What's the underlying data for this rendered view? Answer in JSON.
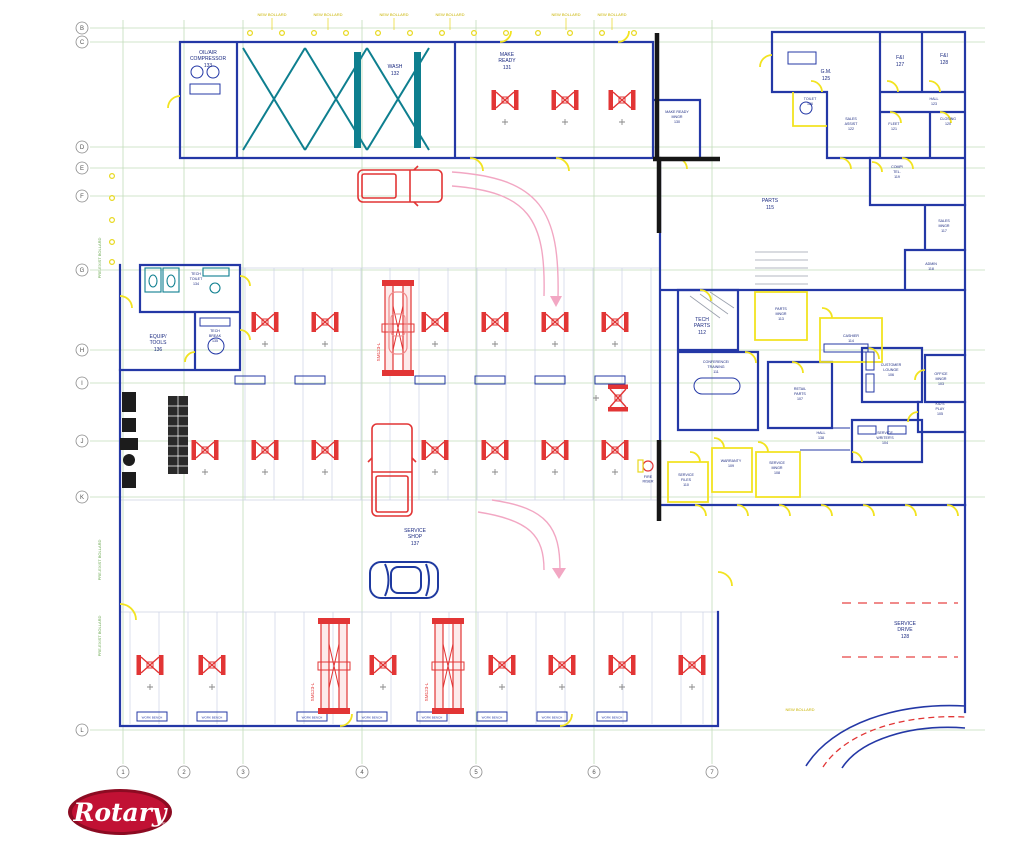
{
  "logo": {
    "brand": "Rotary",
    "reg": "®"
  },
  "grid": {
    "rows": [
      "B",
      "C",
      "D",
      "E",
      "F",
      "G",
      "H",
      "I",
      "J",
      "K",
      "L"
    ],
    "cols": [
      "1",
      "2",
      "3",
      "4",
      "5",
      "6",
      "7"
    ]
  },
  "rooms": [
    {
      "name": "oil-air-compressor",
      "lines": [
        "OIL/AIR",
        "COMPRESSOR"
      ],
      "num": "133"
    },
    {
      "name": "wash",
      "lines": [
        "WASH"
      ],
      "num": "132"
    },
    {
      "name": "make-ready",
      "lines": [
        "MAKE",
        "READY"
      ],
      "num": "131"
    },
    {
      "name": "make-ready-mngr",
      "lines": [
        "MAKE READY",
        "MNGR"
      ],
      "num": "130"
    },
    {
      "name": "gm",
      "lines": [
        "G.M."
      ],
      "num": "125"
    },
    {
      "name": "toilet",
      "lines": [
        "TOILET"
      ],
      "num": "126"
    },
    {
      "name": "f-and-i-1",
      "lines": [
        "F&I"
      ],
      "num": "127"
    },
    {
      "name": "f-and-i-2",
      "lines": [
        "F&I"
      ],
      "num": "128"
    },
    {
      "name": "hall",
      "lines": [
        "HALL"
      ],
      "num": "123"
    },
    {
      "name": "fleet",
      "lines": [
        "FLEET"
      ],
      "num": "121"
    },
    {
      "name": "sales-assist",
      "lines": [
        "SALES",
        "ASSIST"
      ],
      "num": "122"
    },
    {
      "name": "closing",
      "lines": [
        "CLOSING"
      ],
      "num": "120"
    },
    {
      "name": "comp-tel",
      "lines": [
        "COMP/",
        "TEL."
      ],
      "num": "119"
    },
    {
      "name": "parts",
      "lines": [
        "PARTS"
      ],
      "num": "115"
    },
    {
      "name": "sales-mngr",
      "lines": [
        "SALES",
        "MNGR"
      ],
      "num": "117"
    },
    {
      "name": "admin",
      "lines": [
        "ADMIN"
      ],
      "num": "118"
    },
    {
      "name": "tech-toilet",
      "lines": [
        "TECH",
        "TOILET"
      ],
      "num": "134"
    },
    {
      "name": "tech-break",
      "lines": [
        "TECH",
        "BREAK"
      ],
      "num": "135"
    },
    {
      "name": "equip-tools",
      "lines": [
        "EQUIP/",
        "TOOLS"
      ],
      "num": "136"
    },
    {
      "name": "tech-parts",
      "lines": [
        "TECH",
        "PARTS"
      ],
      "num": "112"
    },
    {
      "name": "parts-mngr",
      "lines": [
        "PARTS",
        "MNGR"
      ],
      "num": "113"
    },
    {
      "name": "cashier",
      "lines": [
        "CASHIER"
      ],
      "num": "114"
    },
    {
      "name": "conference-training",
      "lines": [
        "CONFERENCE/",
        "TRAINING"
      ],
      "num": "111"
    },
    {
      "name": "customer-lounge",
      "lines": [
        "CUSTOMER",
        "LOUNGE"
      ],
      "num": "106"
    },
    {
      "name": "office-mngr",
      "lines": [
        "OFFICE",
        "MNGR"
      ],
      "num": "103"
    },
    {
      "name": "retail-parts",
      "lines": [
        "RETAIL",
        "PARTS"
      ],
      "num": "107"
    },
    {
      "name": "kids-play",
      "lines": [
        "KID'S",
        "PLAY"
      ],
      "num": "105"
    },
    {
      "name": "hall-138",
      "lines": [
        "HALL"
      ],
      "num": "138"
    },
    {
      "name": "service-writers",
      "lines": [
        "SERVICE",
        "WRITER'S"
      ],
      "num": "104"
    },
    {
      "name": "warranty",
      "lines": [
        "WARRANTY"
      ],
      "num": "109"
    },
    {
      "name": "service-mngr",
      "lines": [
        "SERVICE",
        "MNGR"
      ],
      "num": "108"
    },
    {
      "name": "service-files",
      "lines": [
        "SERVICE",
        "FILES"
      ],
      "num": "110"
    },
    {
      "name": "service-shop",
      "lines": [
        "SERVICE",
        "SHOP"
      ],
      "num": "137"
    },
    {
      "name": "service-drive",
      "lines": [
        "SERVICE",
        "DRIVE"
      ],
      "num": "128"
    },
    {
      "name": "fire-riser",
      "lines": [
        "FIRE",
        "RISER"
      ],
      "num": ""
    }
  ],
  "equipment": {
    "lift_label": "SM123-L",
    "workbench": "WORK BENCH"
  },
  "annotations": {
    "new_bollard": "NEW BOLLARD",
    "pre_exist": "PRE-EXIST BOLLARD"
  },
  "colors": {
    "wall_blue": "#2438a6",
    "equipment_red": "#e23535",
    "door_yellow": "#f2e320",
    "brace_teal": "#0e7f8f",
    "grid_green": "#c2ddba",
    "path_pink": "#f2a7c3",
    "logo_red": "#c11134",
    "text_navy": "#1b2a80"
  }
}
